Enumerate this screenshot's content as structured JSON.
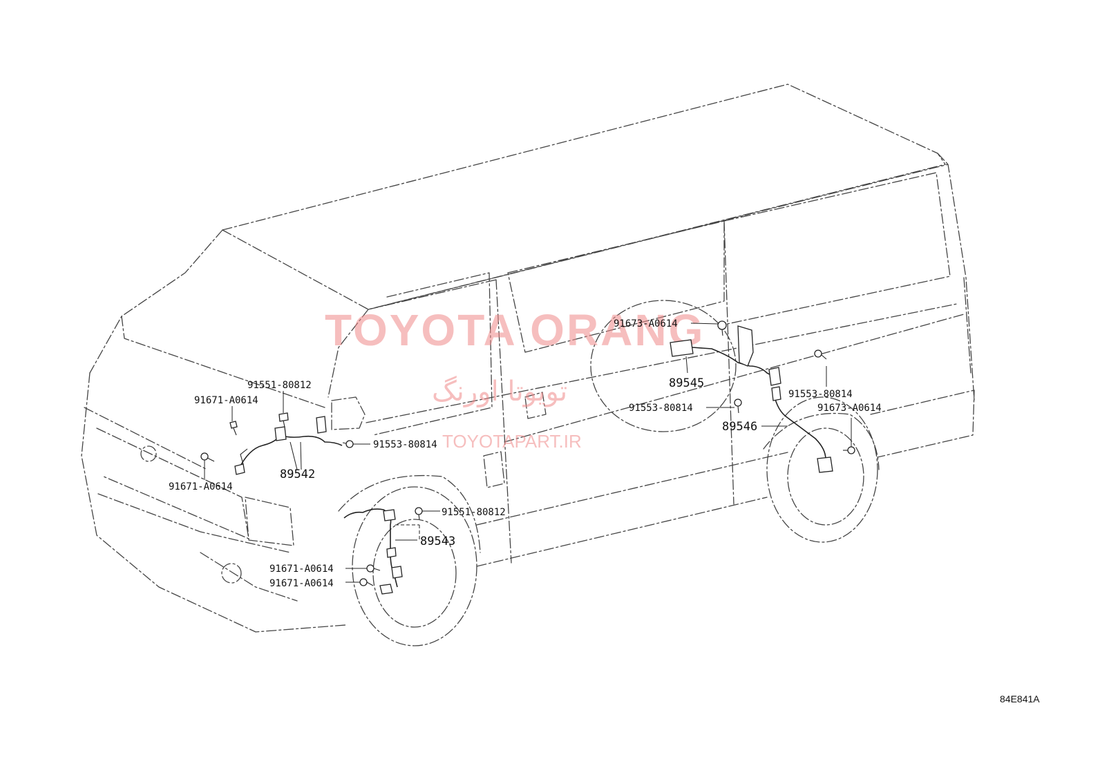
{
  "watermark": {
    "main": "TOYOTA ORANG",
    "farsi": "تویوتا اورنگ",
    "url": "TOYOTAPART.IR"
  },
  "callouts": {
    "front_left_upper_bolt": "91551-80812",
    "front_left_clip_top": "91671-A0614",
    "front_left_clip_bottom": "91671-A0614",
    "front_left_bolt_right": "91553-80814",
    "front_harness": "89542",
    "front_wheel_bolt": "91551-80812",
    "front_sensor": "89543",
    "front_wheel_clip_1": "91671-A0614",
    "front_wheel_clip_2": "91671-A0614",
    "rear_clip_top": "91673-A0614",
    "rear_sensor_left": "89545",
    "rear_bolt_center": "91553-80814",
    "rear_sensor_right": "89546",
    "rear_bolt_right": "91553-80814",
    "rear_clip_right": "91673-A0614"
  },
  "figure_code": "84E841A"
}
